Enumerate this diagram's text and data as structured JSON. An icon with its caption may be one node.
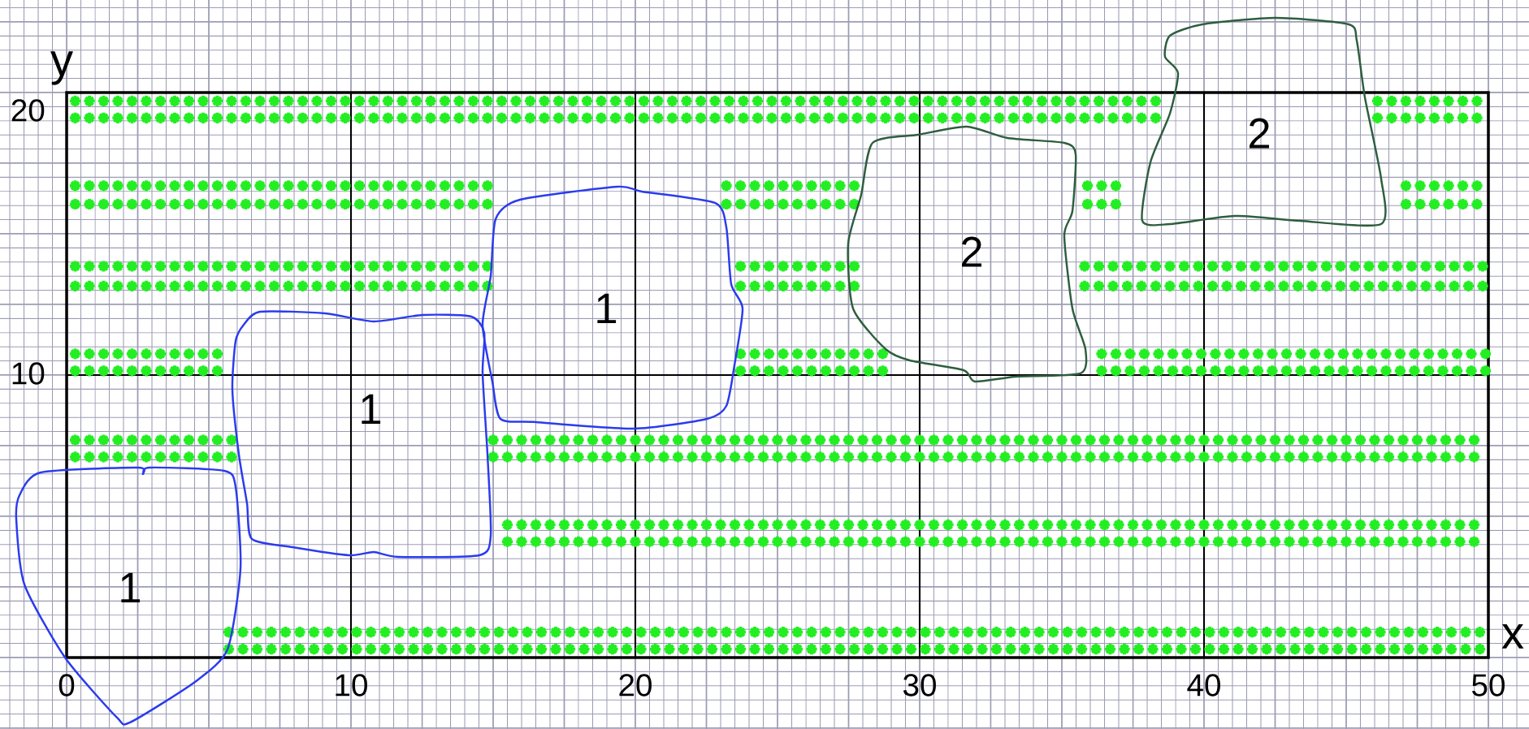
{
  "diagram": {
    "nodes": [
      {
        "text": [
          "1"
        ]
      },
      {
        "text": [
          "1"
        ]
      },
      {
        "text": [
          "1"
        ]
      },
      {
        "text": [
          "2"
        ]
      },
      {
        "text": [
          "2"
        ]
      }
    ],
    "labels": [
      "y",
      "20",
      "10",
      "x",
      "0",
      "10",
      "20",
      "30",
      "40",
      "50"
    ]
  }
}
